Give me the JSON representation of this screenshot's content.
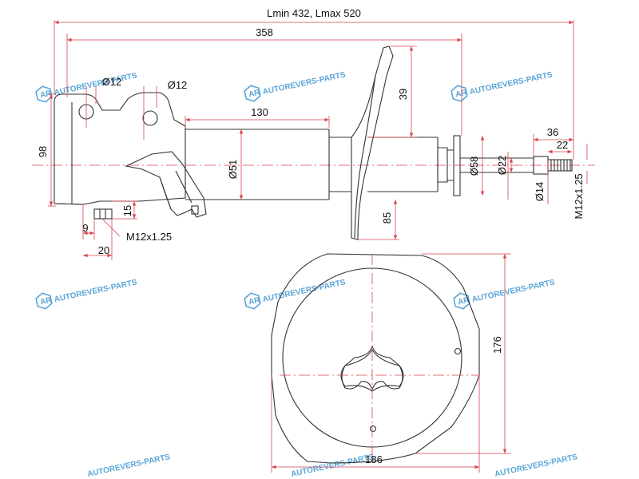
{
  "dimensions": {
    "overall_length": "Lmin 432, Lmax 520",
    "length_358": "358",
    "body_130": "130",
    "mount_hole_1": "Ø12",
    "mount_hole_2": "Ø12",
    "bracket_height": "98",
    "body_diameter": "Ø51",
    "flange_height_39": "39",
    "flange_height_85": "85",
    "cap_diameter": "Ø58",
    "rod_diameter": "Ø22",
    "thread_diameter": "Ø14",
    "thread_size_top": "M12x1.25",
    "stud_36": "36",
    "stud_22": "22",
    "bracket_15": "15",
    "bracket_9": "9",
    "bracket_20": "20",
    "thread_size_bracket": "M12x1.25",
    "top_plate_height": "176",
    "top_plate_width": "186"
  },
  "watermark": {
    "text": "AUTOREVERS-PARTS",
    "logo": "AR",
    "color": "#5aa6d8"
  },
  "colors": {
    "outline": "#333333",
    "dimension": "#d9434f",
    "centerline": "#d9434f"
  }
}
